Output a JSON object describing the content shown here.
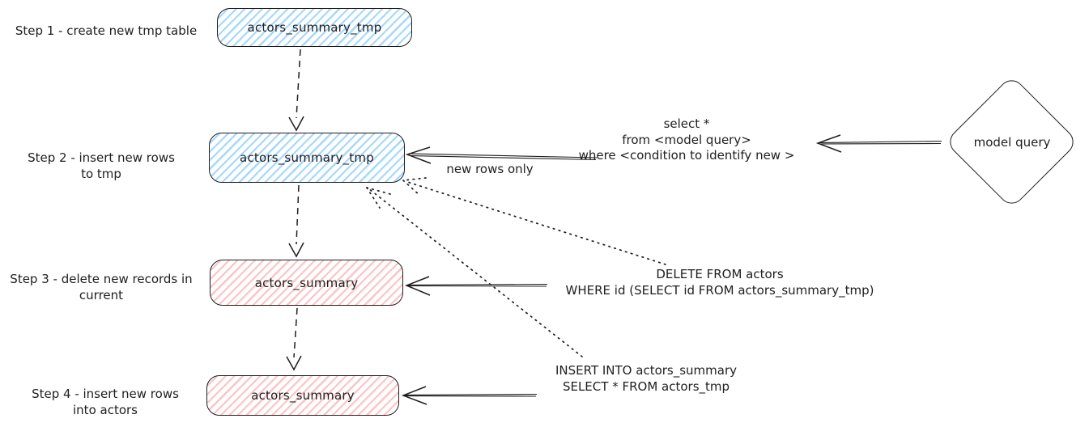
{
  "steps": {
    "step1": {
      "line1": "Step 1 - create new tmp table"
    },
    "step2": {
      "line1": "Step 2 - insert new rows",
      "line2": "to tmp"
    },
    "step3": {
      "line1": "Step 3 - delete new records in",
      "line2": "current"
    },
    "step4": {
      "line1": "Step 4 - insert new rows",
      "line2": "into actors"
    }
  },
  "nodes": {
    "tmp_table_1": "actors_summary_tmp",
    "tmp_table_2": "actors_summary_tmp",
    "summary_table_1": "actors_summary",
    "summary_table_2": "actors_summary",
    "model_query": "model query"
  },
  "annotations": {
    "new_rows_only": "new rows only",
    "select_query": {
      "line1": "select *",
      "line2": "from <model query>",
      "line3": "where <condition to identify new >"
    },
    "delete_query": {
      "line1": "DELETE FROM actors",
      "line2": "WHERE id (SELECT id FROM actors_summary_tmp)"
    },
    "insert_query": {
      "line1": "INSERT INTO actors_summary",
      "line2": "SELECT * FROM actors_tmp"
    }
  },
  "colors": {
    "stroke": "#1e1e1e",
    "blue_fill": "#a5d8ff",
    "red_fill": "#ffc9c9",
    "background": "#ffffff"
  }
}
